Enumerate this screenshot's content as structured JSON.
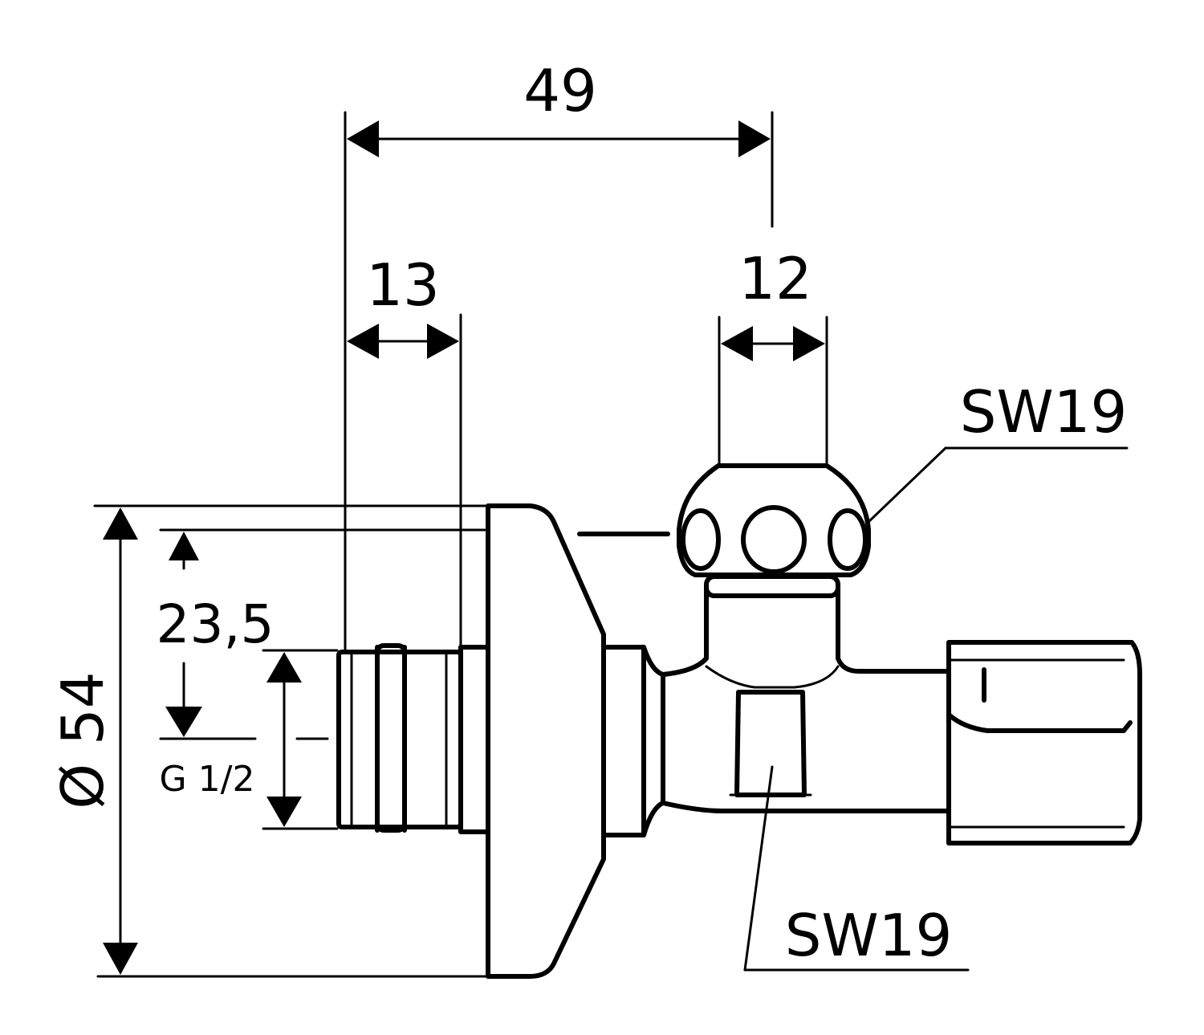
{
  "dimensions": {
    "overall_width": "49",
    "inlet_length": "13",
    "cap_width": "12",
    "outer_diameter": "Ø 54",
    "offset": "23,5",
    "thread": "G 1/2"
  },
  "labels": {
    "cap_wrench_size": "SW19",
    "outlet_wrench_size": "SW19"
  },
  "colors": {
    "line": "#000000",
    "background": "#ffffff"
  }
}
